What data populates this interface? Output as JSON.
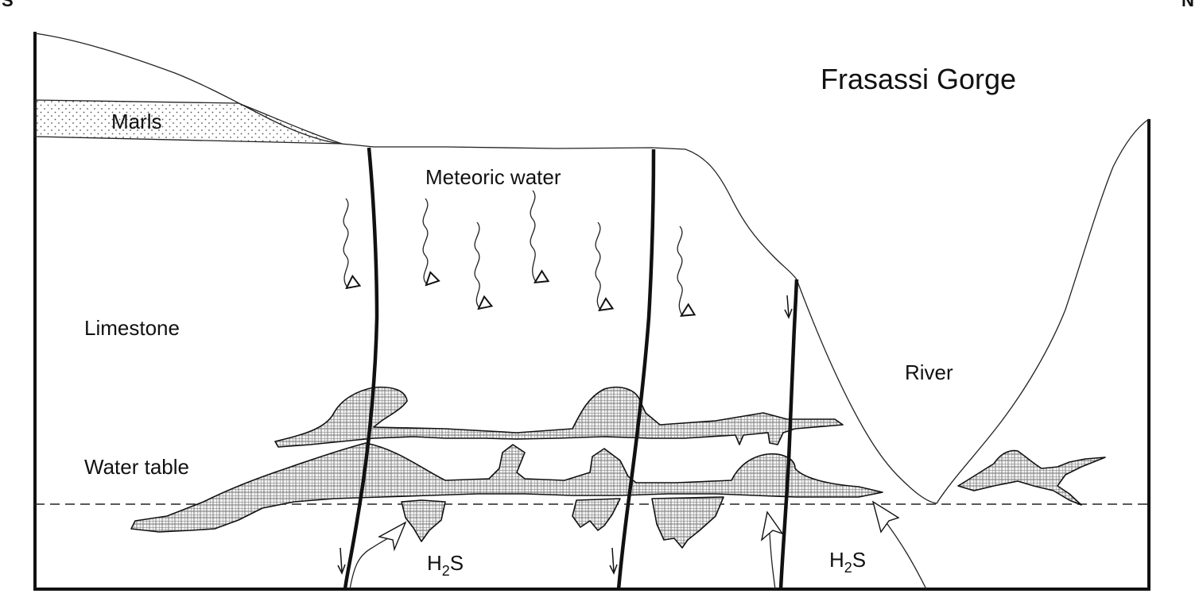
{
  "diagram": {
    "title": "Frasassi Gorge",
    "corner_left": "S",
    "corner_right": "N",
    "labels": {
      "marls": "Marls",
      "meteoric_water": "Meteoric water",
      "limestone": "Limestone",
      "river": "River",
      "water_table": "Water table",
      "h2s_main": "H",
      "h2s_sub": "2",
      "h2s_tail": "S"
    }
  }
}
